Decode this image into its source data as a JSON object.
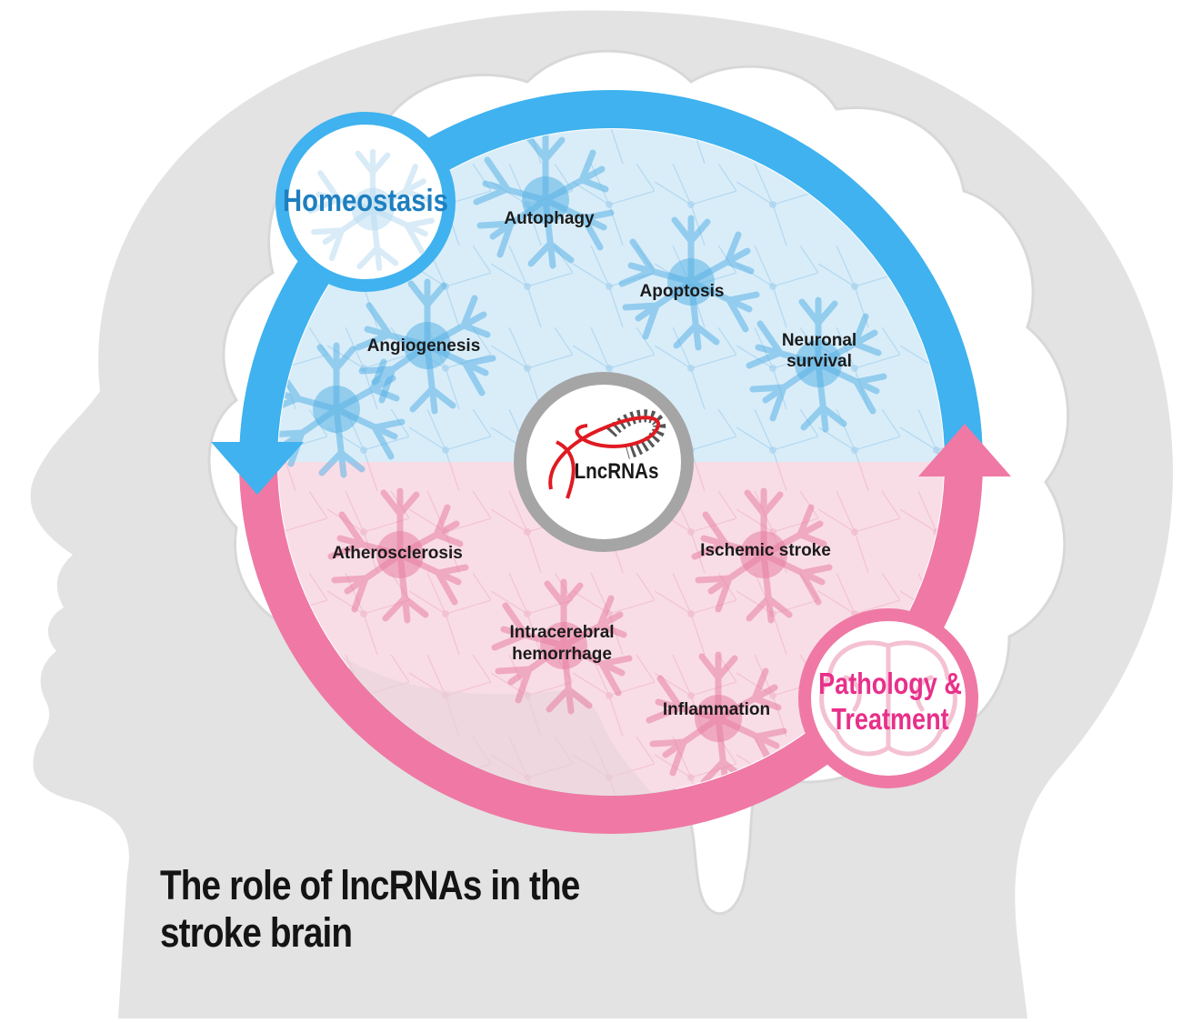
{
  "title_lines": [
    "The role of lncRNAs in the",
    "stroke brain"
  ],
  "center_label": "LncRNAs",
  "homeostasis": {
    "label": "Homeostasis",
    "terms": [
      "Autophagy",
      "Apoptosis",
      "Angiogenesis",
      "Neuronal",
      "survival"
    ]
  },
  "pathology": {
    "label_line1": "Pathology &",
    "label_line2": "Treatment",
    "terms": [
      "Atherosclerosis",
      "Ischemic stroke",
      "Intracerebral",
      "hemorrhage",
      "Inflammation"
    ]
  },
  "colors": {
    "head_silhouette": "#e3e3e3",
    "brain_fill": "#ffffff",
    "homeostasis_ring": "#3fb2ef",
    "homeostasis_fill": "#d9edf9",
    "homeostasis_text": "#1e7fbf",
    "pathology_ring": "#ef79a4",
    "pathology_fill": "#f9dde6",
    "pathology_text": "#e8308a",
    "center_ring": "#a5a5a5",
    "rna_strand": "#e01a22"
  },
  "icons": [
    "neuron-cell-icon",
    "brain-icon",
    "rna-strand-icon"
  ]
}
